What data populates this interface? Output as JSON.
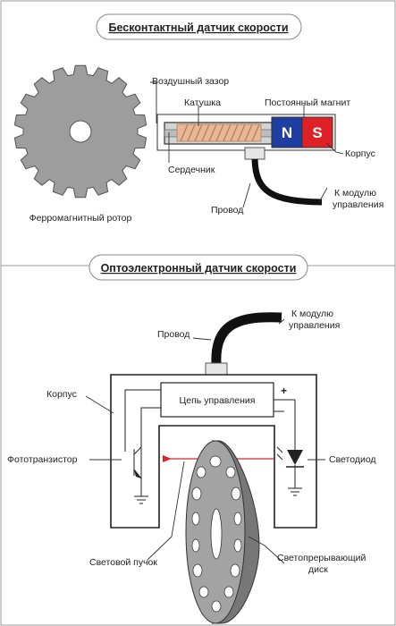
{
  "section1": {
    "title": "Бесконтактный датчик скорости",
    "labels": {
      "air_gap": "Воздушный зазор",
      "coil": "Катушка",
      "permanent_magnet": "Постоянный магнит",
      "housing": "Корпус",
      "core": "Сердечник",
      "to_control_module_1": "К модулю",
      "to_control_module_2": "управления",
      "wire": "Провод",
      "rotor": "Ферромагнитный ротор"
    },
    "magnet_poles": [
      "N",
      "S"
    ],
    "colors": {
      "north": "#1f3ea1",
      "south": "#e02027",
      "coil": "#e8b896"
    }
  },
  "section2": {
    "title": "Оптоэлектронный датчик скорости",
    "labels": {
      "to_control_module_1": "К модулю",
      "to_control_module_2": "управления",
      "wire": "Провод",
      "housing": "Корпус",
      "control_circuit": "Цепь управления",
      "plus_sign": "+",
      "phototransistor": "Фототранзистор",
      "led": "Светодиод",
      "light_beam": "Световой пучок",
      "disk_1": "Светопрерывающий",
      "disk_2": "диск"
    },
    "colors": {
      "beam": "#d9262b"
    }
  }
}
